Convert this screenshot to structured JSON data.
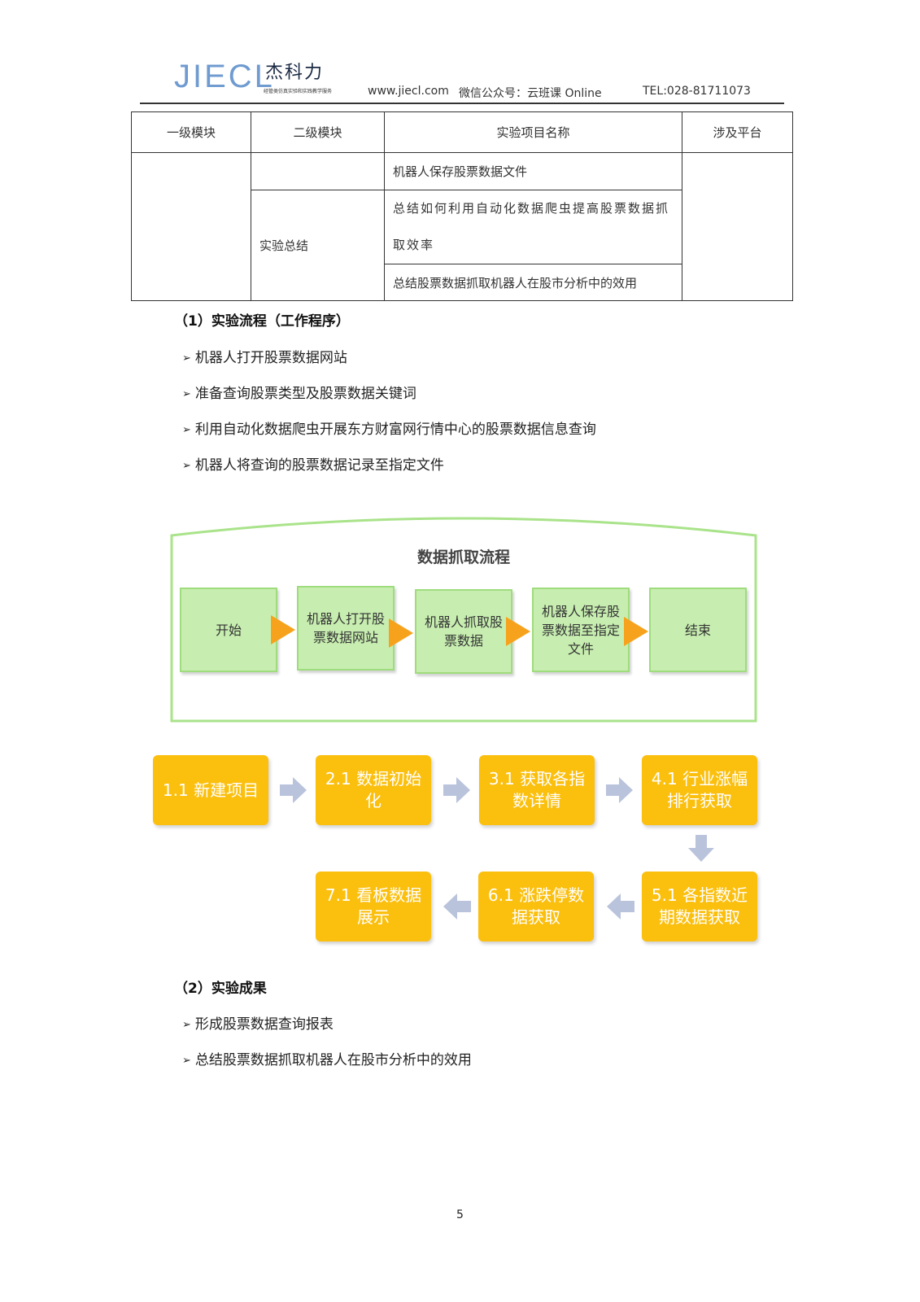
{
  "header": {
    "logo_latin": "JIECL",
    "logo_cn": "杰科力",
    "logo_tagline": "经管类仿真实验和实践教学服务",
    "website": "www.jiecl.com",
    "wechat": "微信公众号：云班课 Online",
    "tel": "TEL:028-81711073"
  },
  "table": {
    "headers": [
      "一级模块",
      "二级模块",
      "实验项目名称",
      "涉及平台"
    ],
    "row1_project": "机器人保存股票数据文件",
    "summary_module": "实验总结",
    "summary_item1": "总结如何利用自动化数据爬虫提高股票数据抓取效率",
    "summary_item2": "总结股票数据抓取机器人在股市分析中的效用"
  },
  "section1": {
    "title": "（1）实验流程（工作程序）",
    "bullets": [
      "机器人打开股票数据网站",
      "准备查询股票类型及股票数据关键词",
      "利用自动化数据爬虫开展东方财富网行情中心的股票数据信息查询",
      "机器人将查询的股票数据记录至指定文件"
    ]
  },
  "flow": {
    "title": "数据抓取流程",
    "steps": [
      "开始",
      "机器人打开股票数据网站",
      "机器人抓取股票数据",
      "机器人保存股票数据至指定文件",
      "结束"
    ],
    "colors": {
      "box": "#c7eeb0",
      "border": "#9fdc7d",
      "arrow": "#f7a21c",
      "frame": "#a9e38a"
    }
  },
  "process": {
    "steps": [
      "1.1 新建项目",
      "2.1 数据初始化",
      "3.1 获取各指数详情",
      "4.1 行业涨幅排行获取",
      "5.1 各指数近期数据获取",
      "6.1 涨跌停数据获取",
      "7.1 看板数据展示"
    ],
    "colors": {
      "box": "#fbbf0e",
      "arrow": "#b9c3dc"
    }
  },
  "section2": {
    "title": "（2）实验成果",
    "bullets": [
      "形成股票数据查询报表",
      "总结股票数据抓取机器人在股市分析中的效用"
    ]
  },
  "page_number": "5"
}
